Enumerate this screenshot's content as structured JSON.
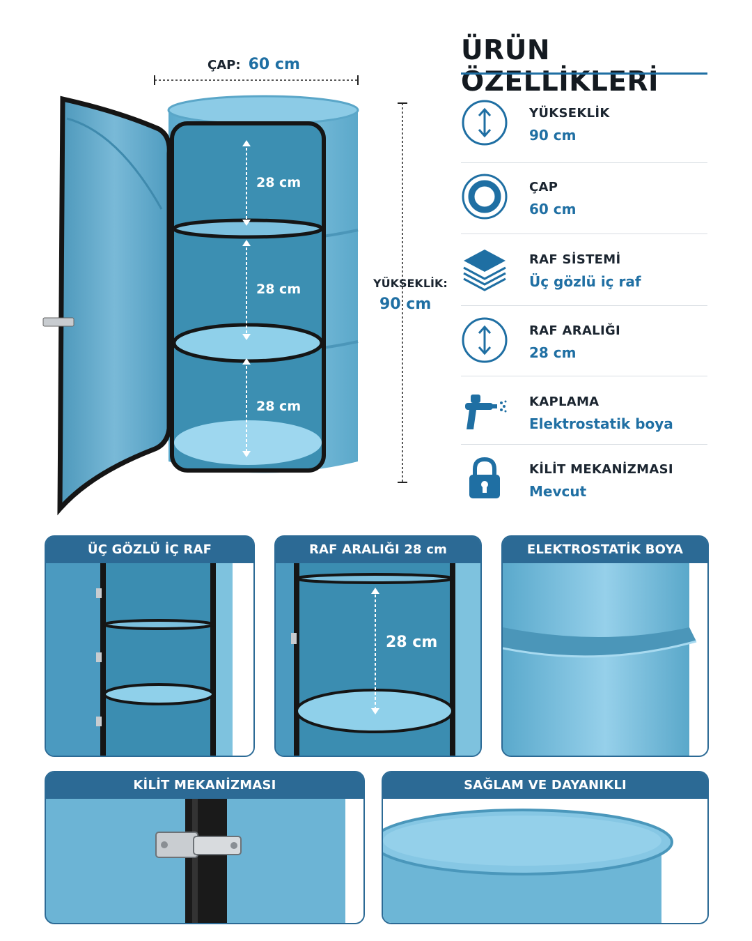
{
  "title": "ÜRÜN ÖZELLİKLERİ",
  "diameter": {
    "label": "ÇAP:",
    "value": "60 cm"
  },
  "height": {
    "label": "YÜKSEKLİK:",
    "value": "90 cm"
  },
  "shelf_measures": [
    "28 cm",
    "28 cm",
    "28 cm"
  ],
  "specs": [
    {
      "icon": "vertical-arrows-icon",
      "label": "YÜKSEKLİK",
      "value": "90 cm"
    },
    {
      "icon": "ring-icon",
      "label": "ÇAP",
      "value": "60 cm"
    },
    {
      "icon": "layers-icon",
      "label": "RAF SİSTEMİ",
      "value": "Üç gözlü iç raf"
    },
    {
      "icon": "vertical-arrows-icon",
      "label": "RAF ARALIĞI",
      "value": "28 cm"
    },
    {
      "icon": "spray-gun-icon",
      "label": "KAPLAMA",
      "value": "Elektrostatik boya"
    },
    {
      "icon": "lock-icon",
      "label": "KİLİT MEKANİZMASI",
      "value": "Mevcut"
    }
  ],
  "cards": [
    {
      "title": "ÜÇ GÖZLÜ İÇ RAF"
    },
    {
      "title": "RAF ARALIĞI 28 cm",
      "measure": "28 cm"
    },
    {
      "title": "ELEKTROSTATİK BOYA"
    },
    {
      "title": "KİLİT MEKANİZMASI"
    },
    {
      "title": "SAĞLAM VE DAYANIKLI"
    }
  ],
  "colors": {
    "accent": "#1f6fa3",
    "barrel": "#6db6d6",
    "barrel_dark": "#3f8fb3",
    "header": "#2c6a95"
  }
}
